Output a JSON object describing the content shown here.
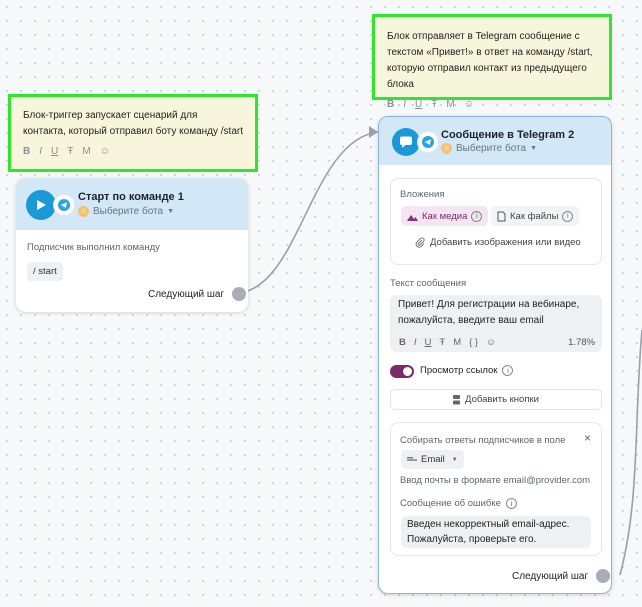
{
  "note_right": {
    "text": "Блок отправляет в Telegram сообщение с текстом «Привет!» в ответ на команду /start, которую отправил контакт из предыдущего блока"
  },
  "note_left": {
    "text": "Блок-триггер запускает сценарий для контакта, который отправил боту команду /start"
  },
  "note_tools": [
    "B",
    "I",
    "U",
    "Ŧ",
    "M",
    "☺"
  ],
  "start_node": {
    "title": "Старт по команде 1",
    "bot_select": "Выберите бота",
    "subscriber_label": "Подписчик выполнил команду",
    "command": "/ start",
    "next_step": "Следующий шаг"
  },
  "message_node": {
    "title": "Сообщение в Telegram 2",
    "bot_select": "Выберите бота",
    "attachments_label": "Вложения",
    "as_media": "Как медиа",
    "as_files": "Как файлы",
    "add_images": "Добавить изображения или видео",
    "message_text_label": "Текст сообщения",
    "message_text": "Привет! Для регистрации на вебинаре, пожалуйста, введите ваш email",
    "editor_tools": [
      "B",
      "I",
      "U",
      "Ŧ",
      "M",
      "{ }",
      "☺"
    ],
    "percent": "1.78%",
    "link_preview_label": "Просмотр ссылок",
    "add_buttons": "Добавить кнопки",
    "collect_label": "Собирать ответы подписчиков в поле",
    "field_value": "Email",
    "format_hint": "Ввод почты в формате email@provider.com",
    "error_label": "Сообщение об ошибке",
    "error_text": "Введен некорректный email-адрес. Пожалуйста, проверьте его.",
    "next_step": "Следующий шаг"
  },
  "colors": {
    "note_border": "#2ee62e",
    "note_bg": "#f7f6dc",
    "card_header": "#d3e8f6",
    "play_blue": "#1a98d8",
    "toggle_on": "#7b2a6a",
    "media_pill": "#f3e5f1"
  }
}
